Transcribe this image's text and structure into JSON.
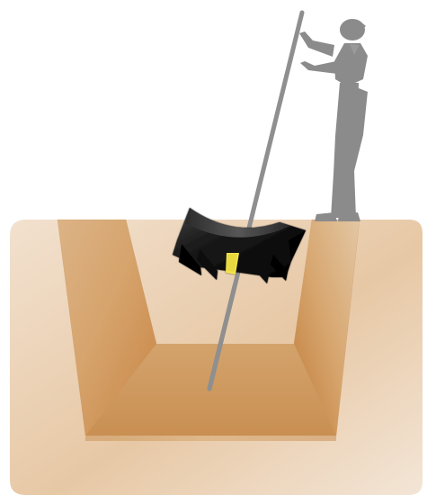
{
  "scene": {
    "subject": "",
    "elements": {
      "worker": "worker-silhouette",
      "pole": "installation-pole",
      "saddle": "pipe-saddle-support",
      "trench": "trench-cross-section"
    }
  },
  "colors": {
    "soil_light": "#ead2b6",
    "soil_mid": "#d9ad79",
    "soil_dark": "#b97a3b",
    "trench_floor": "#cf9a5e",
    "worker_gray": "#8b8b8b",
    "pole_gray": "#8f8f8f",
    "saddle_black": "#151515",
    "marker_yellow": "#f3e34f"
  }
}
